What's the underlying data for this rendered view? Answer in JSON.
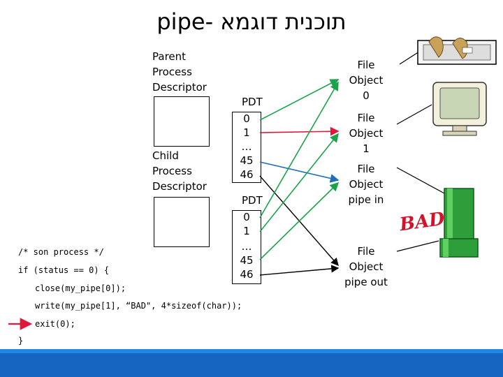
{
  "slide": {
    "title": "תוכנית דוגמא -pipe"
  },
  "parent": {
    "label_line1": "Parent",
    "label_line2": "Process",
    "label_line3": "Descriptor",
    "pdt_label": "PDT",
    "pdt_entries": [
      "0",
      "1",
      "…",
      "45",
      "46"
    ]
  },
  "child": {
    "label_line1": "Child",
    "label_line2": "Process",
    "label_line3": "Descriptor",
    "pdt_label": "PDT",
    "pdt_entries": [
      "0",
      "1",
      "…",
      "45",
      "46"
    ]
  },
  "file_objects": [
    {
      "line1": "File",
      "line2": "Object",
      "line3": "0"
    },
    {
      "line1": "File",
      "line2": "Object",
      "line3": "1"
    },
    {
      "line1": "File",
      "line2": "Object",
      "line3": "pipe in"
    },
    {
      "line1": "File",
      "line2": "Object",
      "line3": "pipe out"
    }
  ],
  "code": {
    "lines": [
      "/* son process */",
      "if (status == 0) {",
      "close(my_pipe[0]);",
      "write(my_pipe[1], “BAD\", 4*sizeof(char));",
      "exit(0);",
      "}"
    ]
  },
  "pipe_text": "BAD",
  "colors": {
    "arrow_green": "#1aa34a",
    "arrow_red": "#e0193a",
    "arrow_blue": "#1f6fb5",
    "arrow_black": "#000000",
    "pipe_green": "#2e9e3a",
    "footer_blue": "#1565c0",
    "pipe_text_red": "#d0142c"
  },
  "icons": [
    "keyboard-icon",
    "monitor-icon",
    "pipe-icon",
    "pointer-arrow-icon"
  ]
}
